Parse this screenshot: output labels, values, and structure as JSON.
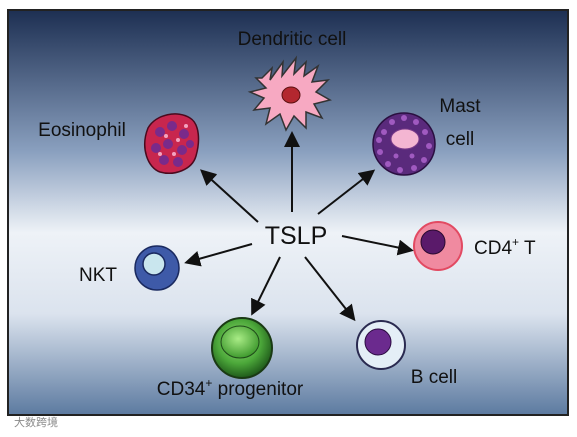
{
  "center": {
    "label": "TSLP"
  },
  "cells": {
    "dendritic": {
      "label": "Dendritic cell"
    },
    "eosinophil": {
      "label": "Eosinophil"
    },
    "mast": {
      "label_line1": "Mast",
      "label_line2": "cell"
    },
    "cd4t": {
      "label_main": "CD4",
      "label_sup": "+",
      "label_tail": " T"
    },
    "nkt": {
      "label": "NKT"
    },
    "cd34": {
      "label_main": "CD34",
      "label_sup": "+",
      "label_tail": " progenitor"
    },
    "bcell": {
      "label": "B cell"
    }
  },
  "watermark": {
    "text": "大数跨境"
  },
  "colors": {
    "background_top": "#1d2f52",
    "background_mid": "#e9eef5",
    "background_bottom": "#5c7aa0",
    "dendritic": "#f7a9c2",
    "eosinophil": "#c8264e",
    "mast": "#5a2a7c",
    "cd4t": "#f08aa0",
    "nkt": "#3e5aa8",
    "cd34": "#2f7a2a",
    "bcell": "#6b2a8e"
  }
}
